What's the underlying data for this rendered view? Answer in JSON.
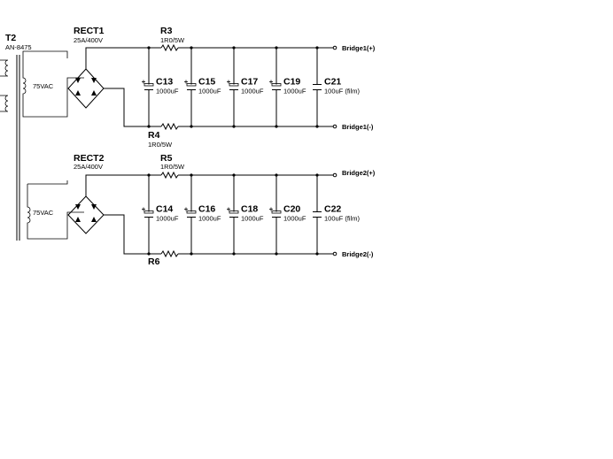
{
  "transformer": {
    "ref": "T2",
    "part": "AN-8475",
    "secondary_voltage": "75VAC"
  },
  "rectifiers": [
    {
      "ref": "RECT1",
      "value": "25A/400V"
    },
    {
      "ref": "RECT2",
      "value": "25A/400V"
    }
  ],
  "resistors": [
    {
      "ref": "R3",
      "value": "1R0/5W"
    },
    {
      "ref": "R4",
      "value": "1R0/5W"
    },
    {
      "ref": "R5",
      "value": "1R0/5W"
    },
    {
      "ref": "R6",
      "value": ""
    }
  ],
  "bridge1": {
    "nets": {
      "pos": "Bridge1(+)",
      "neg": "Bridge1(-)"
    },
    "capacitors": [
      {
        "ref": "C13",
        "value": "1000uF",
        "kind": "electrolytic"
      },
      {
        "ref": "C15",
        "value": "1000uF",
        "kind": "electrolytic"
      },
      {
        "ref": "C17",
        "value": "1000uF",
        "kind": "electrolytic"
      },
      {
        "ref": "C19",
        "value": "1000uF",
        "kind": "electrolytic"
      },
      {
        "ref": "C21",
        "value": "100uF (film)",
        "kind": "film"
      }
    ]
  },
  "bridge2": {
    "nets": {
      "pos": "Bridge2(+)",
      "neg": "Bridge2(-)"
    },
    "capacitors": [
      {
        "ref": "C14",
        "value": "1000uF",
        "kind": "electrolytic"
      },
      {
        "ref": "C16",
        "value": "1000uF",
        "kind": "electrolytic"
      },
      {
        "ref": "C18",
        "value": "1000uF",
        "kind": "electrolytic"
      },
      {
        "ref": "C20",
        "value": "1000uF",
        "kind": "electrolytic"
      },
      {
        "ref": "C22",
        "value": "100uF (film)",
        "kind": "film"
      }
    ]
  }
}
